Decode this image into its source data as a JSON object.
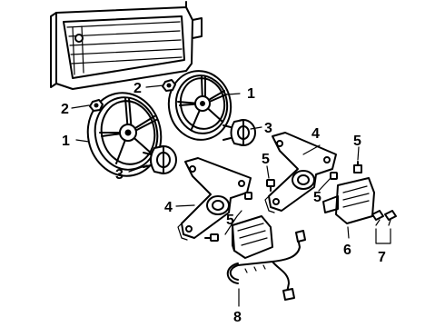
{
  "diagram": {
    "callouts": [
      {
        "id": "callout-1-left",
        "label": "1"
      },
      {
        "id": "callout-1-right",
        "label": "1"
      },
      {
        "id": "callout-2-left",
        "label": "2"
      },
      {
        "id": "callout-2-top",
        "label": "2"
      },
      {
        "id": "callout-3-left",
        "label": "3"
      },
      {
        "id": "callout-3-right",
        "label": "3"
      },
      {
        "id": "callout-4-left",
        "label": "4"
      },
      {
        "id": "callout-4-right",
        "label": "4"
      },
      {
        "id": "callout-5-a",
        "label": "5"
      },
      {
        "id": "callout-5-b",
        "label": "5"
      },
      {
        "id": "callout-5-c",
        "label": "5"
      },
      {
        "id": "callout-5-d",
        "label": "5"
      },
      {
        "id": "callout-6",
        "label": "6"
      },
      {
        "id": "callout-7",
        "label": "7"
      },
      {
        "id": "callout-8",
        "label": "8"
      }
    ]
  }
}
